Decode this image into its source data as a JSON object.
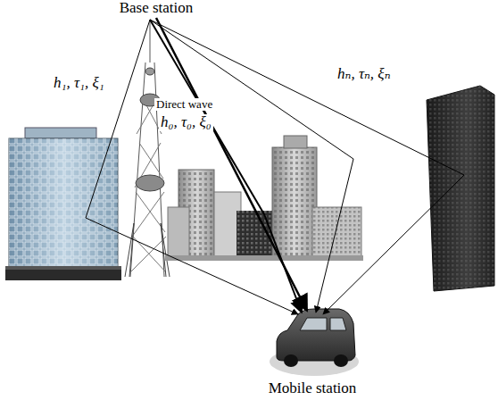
{
  "diagram": {
    "nodes": [
      {
        "text": [
          "Base station"
        ]
      },
      {
        "text": [
          "Mobile station"
        ]
      }
    ],
    "edges": [
      {
        "from": 0,
        "to": 1,
        "arrow": "to"
      }
    ],
    "labels": [
      "h₁, τ₁, ξ₁",
      "Direct wave",
      "h₀, τ₀, ξ₀",
      "hₙ, τₙ, ξₙ"
    ]
  }
}
